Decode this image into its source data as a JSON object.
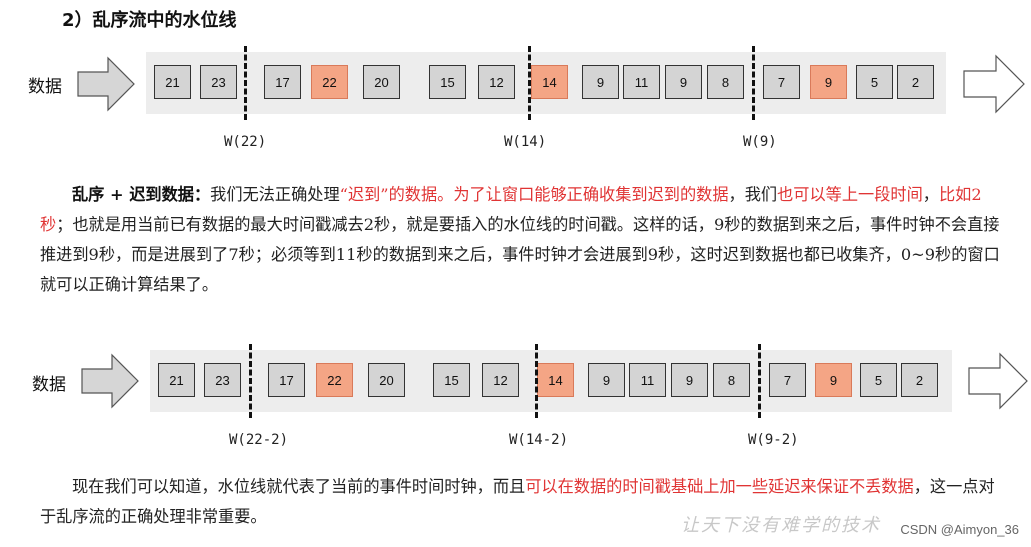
{
  "title": "2）乱序流中的水位线",
  "diagram1": {
    "data_label": "数据",
    "boxes": [
      {
        "value": "21",
        "late": false
      },
      {
        "value": "23",
        "late": false
      },
      {
        "value": "17",
        "late": false
      },
      {
        "value": "22",
        "late": true
      },
      {
        "value": "20",
        "late": false
      },
      {
        "value": "15",
        "late": false
      },
      {
        "value": "12",
        "late": false
      },
      {
        "value": "14",
        "late": true
      },
      {
        "value": "9",
        "late": false
      },
      {
        "value": "11",
        "late": false
      },
      {
        "value": "9",
        "late": false
      },
      {
        "value": "8",
        "late": false
      },
      {
        "value": "7",
        "late": false
      },
      {
        "value": "9",
        "late": true
      },
      {
        "value": "5",
        "late": false
      },
      {
        "value": "2",
        "late": false
      }
    ],
    "watermarks": [
      "W(22)",
      "W(14)",
      "W(9)"
    ]
  },
  "diagram2": {
    "data_label": "数据",
    "boxes": [
      {
        "value": "21",
        "late": false
      },
      {
        "value": "23",
        "late": false
      },
      {
        "value": "17",
        "late": false
      },
      {
        "value": "22",
        "late": true
      },
      {
        "value": "20",
        "late": false
      },
      {
        "value": "15",
        "late": false
      },
      {
        "value": "12",
        "late": false
      },
      {
        "value": "14",
        "late": true
      },
      {
        "value": "9",
        "late": false
      },
      {
        "value": "11",
        "late": false
      },
      {
        "value": "9",
        "late": false
      },
      {
        "value": "8",
        "late": false
      },
      {
        "value": "7",
        "late": false
      },
      {
        "value": "9",
        "late": true
      },
      {
        "value": "5",
        "late": false
      },
      {
        "value": "2",
        "late": false
      }
    ],
    "watermarks": [
      "W(22-2)",
      "W(14-2)",
      "W(9-2)"
    ]
  },
  "para1": {
    "lead": "乱序 + 迟到数据：",
    "t1": "我们无法正确处理",
    "r1": "“迟到”的数据。为了让窗口能够正确收集到迟到的数据",
    "t2": "，我们",
    "r2": "也可以等上一段时间",
    "t3": "，",
    "r3": "比如2秒",
    "t4": "；也就是用当前已有数据的最大时间戳减去2秒，就是要插入的水位线的时间戳。这样的话，9秒的数据到来之后，事件时钟不会直接推进到9秒，而是进展到了7秒；必须等到11秒的数据到来之后，事件时钟才会进展到9秒，这时迟到数据也都已收集齐，0~9秒的窗口就可以正确计算结果了。"
  },
  "para2": {
    "t1": "现在我们可以知道，水位线就代表了当前的事件时间时钟，而且",
    "r1": "可以在数据的时间戳基础上加一些延迟来保证不丢数据",
    "t2": "，这一点对于乱序流的正确处理非常重要。"
  },
  "watermark_text": "让天下没有难学的技术",
  "credit": "CSDN @Aimyon_36"
}
